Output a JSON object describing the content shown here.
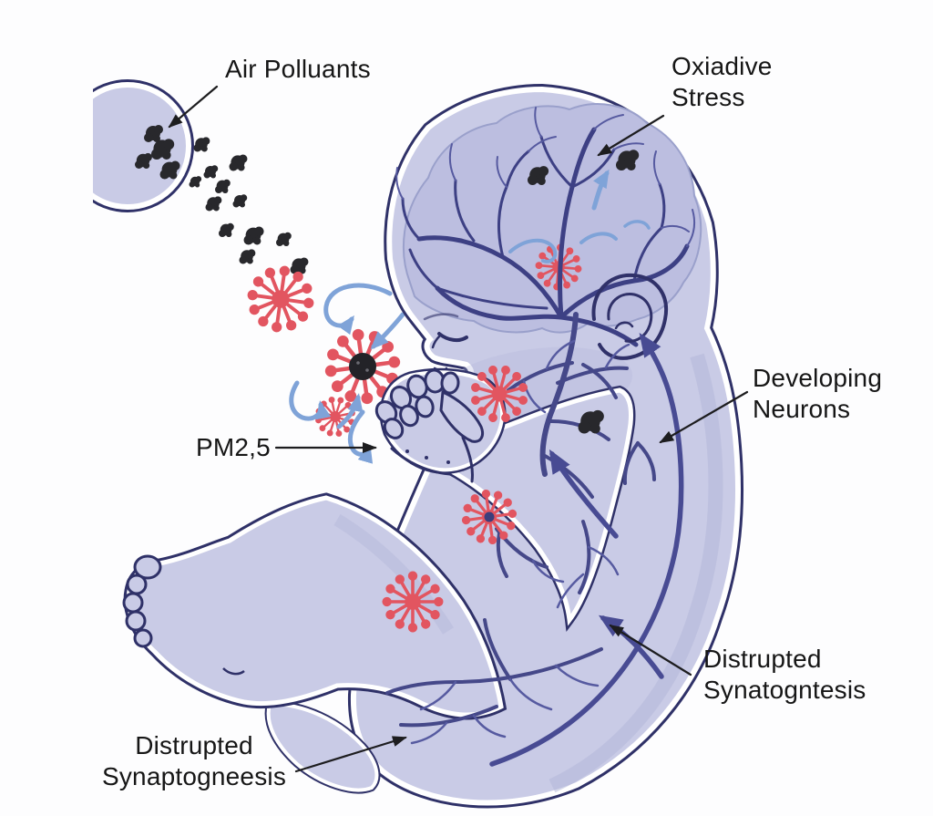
{
  "labels": {
    "air_pollutants": "Air Polluants",
    "oxidative_stress": "Oxiadive\nStress",
    "developing_neurons": "Developing\nNeurons",
    "pm25": "PM2,5",
    "disrupted_synaptogenesis_right": "Distrupted\nSynatogntesis",
    "disrupted_synaptogenesis_left": "Distrupted\nSynaptogneesis"
  },
  "colors": {
    "background": "#fdfdfe",
    "body_fill": "#c9cbe6",
    "body_outline": "#2f3168",
    "brain_fill": "#bcbee0",
    "neuron_branch": "#3f4287",
    "pm_red": "#e25560",
    "inhale_blue": "#7fa3d8",
    "signal_arrow_navy": "#484b93",
    "particle_black": "#28282c",
    "label_text": "#161616"
  },
  "elements": [
    "air-pollutant-source-circle",
    "pollutant-particles",
    "pm25-virus-burst",
    "inhalation-swirl-arrows",
    "fetus-body",
    "fetal-brain",
    "brain-neuron-tree",
    "body-neuron-branches",
    "spine-signal-arrows",
    "label-arrows"
  ]
}
